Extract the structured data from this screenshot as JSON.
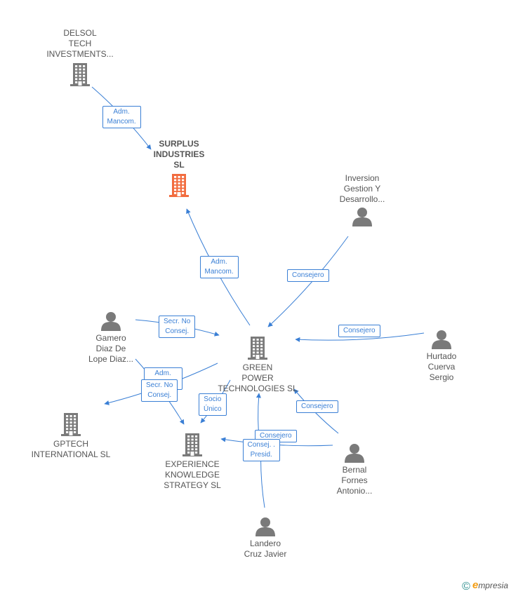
{
  "colors": {
    "edge": "#3a7fd5",
    "company": "#7a7a7a",
    "company_focus": "#f26c3f",
    "person": "#7a7a7a",
    "text": "#555555"
  },
  "nodes": [
    {
      "id": "delsol",
      "kind": "company",
      "label": "DELSOL\nTECH\nINVESTMENTS...",
      "icon": "building-icon"
    },
    {
      "id": "surplus",
      "kind": "company",
      "focus": true,
      "label": "SURPLUS\nINDUSTRIES\nSL",
      "icon": "building-icon"
    },
    {
      "id": "inversion",
      "kind": "person",
      "label": "Inversion\nGestion Y\nDesarrollo...",
      "icon": "person-icon"
    },
    {
      "id": "gamero",
      "kind": "person",
      "label": "Gamero\nDiaz De\nLope Diaz...",
      "icon": "person-icon"
    },
    {
      "id": "green",
      "kind": "company",
      "label": "GREEN\nPOWER\nTECHNOLOGIES SL",
      "icon": "building-icon"
    },
    {
      "id": "hurtado",
      "kind": "person",
      "label": "Hurtado\nCuerva\nSergio",
      "icon": "person-icon"
    },
    {
      "id": "gptech",
      "kind": "company",
      "label": "GPTECH\nINTERNATIONAL SL",
      "icon": "building-icon"
    },
    {
      "id": "experience",
      "kind": "company",
      "label": "EXPERIENCE\nKNOWLEDGE\nSTRATEGY  SL",
      "icon": "building-icon"
    },
    {
      "id": "bernal",
      "kind": "person",
      "label": "Bernal\nFornes\nAntonio...",
      "icon": "person-icon"
    },
    {
      "id": "landero",
      "kind": "person",
      "label": "Landero\nCruz Javier",
      "icon": "person-icon"
    }
  ],
  "edges": [
    {
      "from": "delsol",
      "to": "surplus",
      "label": "Adm.\nMancom."
    },
    {
      "from": "green",
      "to": "surplus",
      "label": "Adm.\nMancom."
    },
    {
      "from": "inversion",
      "to": "green",
      "label": "Consejero"
    },
    {
      "from": "gamero",
      "to": "green",
      "label": "Secr.  No\nConsej."
    },
    {
      "from": "hurtado",
      "to": "green",
      "label": "Consejero"
    },
    {
      "from": "green",
      "to": "gptech",
      "label": "Adm.\nMancom."
    },
    {
      "from": "gamero",
      "to": "experience",
      "label": "Secr.  No\nConsej."
    },
    {
      "from": "green",
      "to": "experience",
      "label": "Socio\nÚnico"
    },
    {
      "from": "bernal",
      "to": "green",
      "label": "Consejero"
    },
    {
      "from": "bernal",
      "to": "experience",
      "label": "Consejero"
    },
    {
      "from": "landero",
      "to": "experience",
      "label": "Consej. .\nPresid."
    },
    {
      "from": "landero",
      "to": "green",
      "label": ""
    }
  ],
  "brand": {
    "symbol": "©",
    "initial": "e",
    "rest": "mpresia"
  }
}
